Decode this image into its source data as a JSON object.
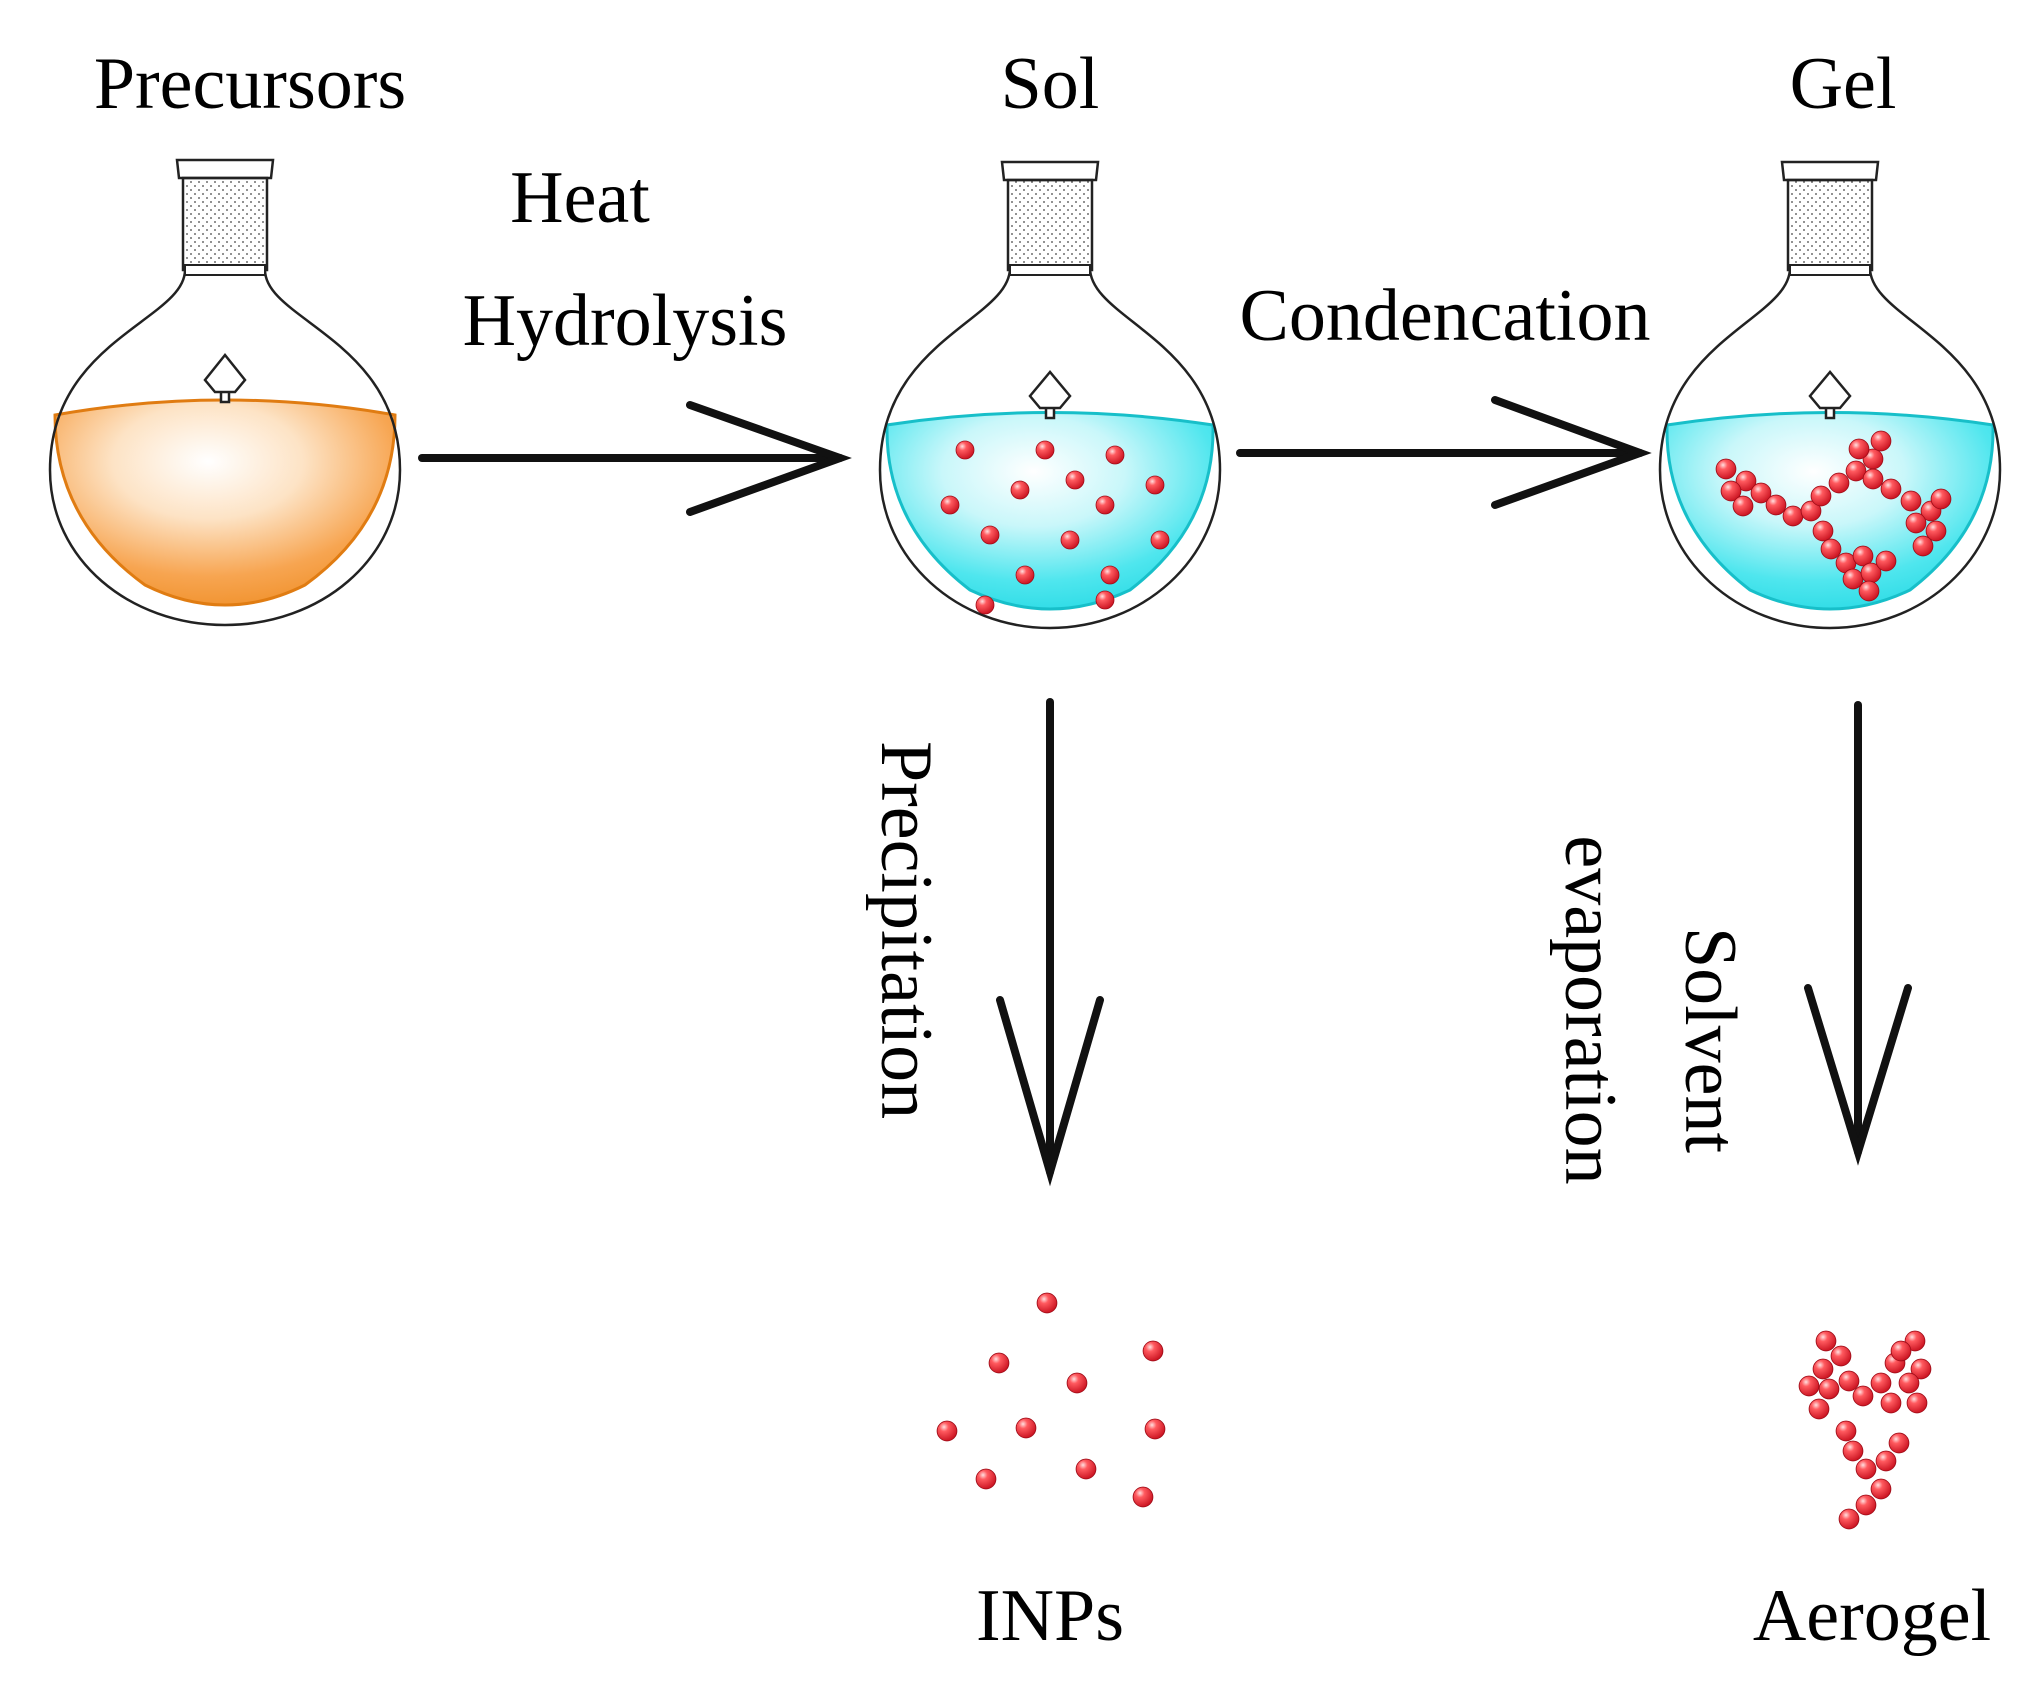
{
  "stages": {
    "precursors": "Precursors",
    "sol": "Sol",
    "gel": "Gel"
  },
  "steps": {
    "heat_line1": "Heat",
    "heat_line2": "Hydrolysis",
    "condensation": "Condencation",
    "precipitation": "Precipitation",
    "solvent_line1": "Solvent",
    "solvent_line2": "evaporation"
  },
  "products": {
    "inps": "INPs",
    "aerogel": "Aerogel"
  },
  "colors": {
    "precursor_liquid": "#f0962e",
    "sol_liquid": "#33dfe8",
    "particle": "#e8222e",
    "arrow": "#111111"
  }
}
